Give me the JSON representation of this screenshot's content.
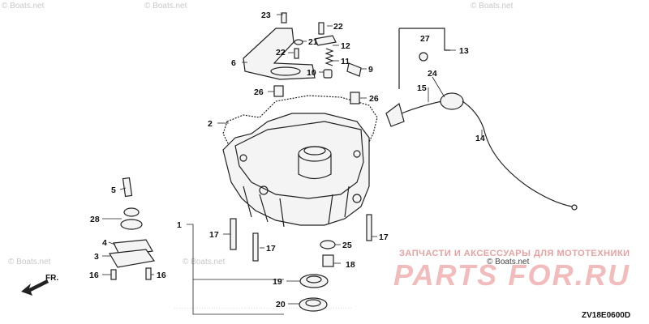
{
  "diagram": {
    "drawing_code": "ZV18E0600D",
    "direction_label": "FR.",
    "callouts": {
      "c1": "1",
      "c2": "2",
      "c4": "4",
      "c5": "5",
      "c6": "6",
      "c9": "9",
      "c10": "10",
      "c11": "11",
      "c12": "12",
      "c13": "13",
      "c14": "14",
      "c15": "15",
      "c16a": "16",
      "c16b": "16",
      "c17a": "17",
      "c17b": "17",
      "c17c": "17",
      "c18": "18",
      "c19": "19",
      "c20": "20",
      "c21": "21",
      "c22a": "22",
      "c22b": "22",
      "c23": "23",
      "c24": "24",
      "c25": "25",
      "c26a": "26",
      "c26b": "26",
      "c27": "27",
      "c28": "28",
      "c3": "3"
    }
  },
  "watermarks": {
    "boats_net": "© Boats.net",
    "ru_tagline": "ЗАПЧАСТИ И АКСЕССУАРЫ ДЛЯ МОТОТЕХНИКИ",
    "ru_logo": "PARTS FOR.RU"
  }
}
